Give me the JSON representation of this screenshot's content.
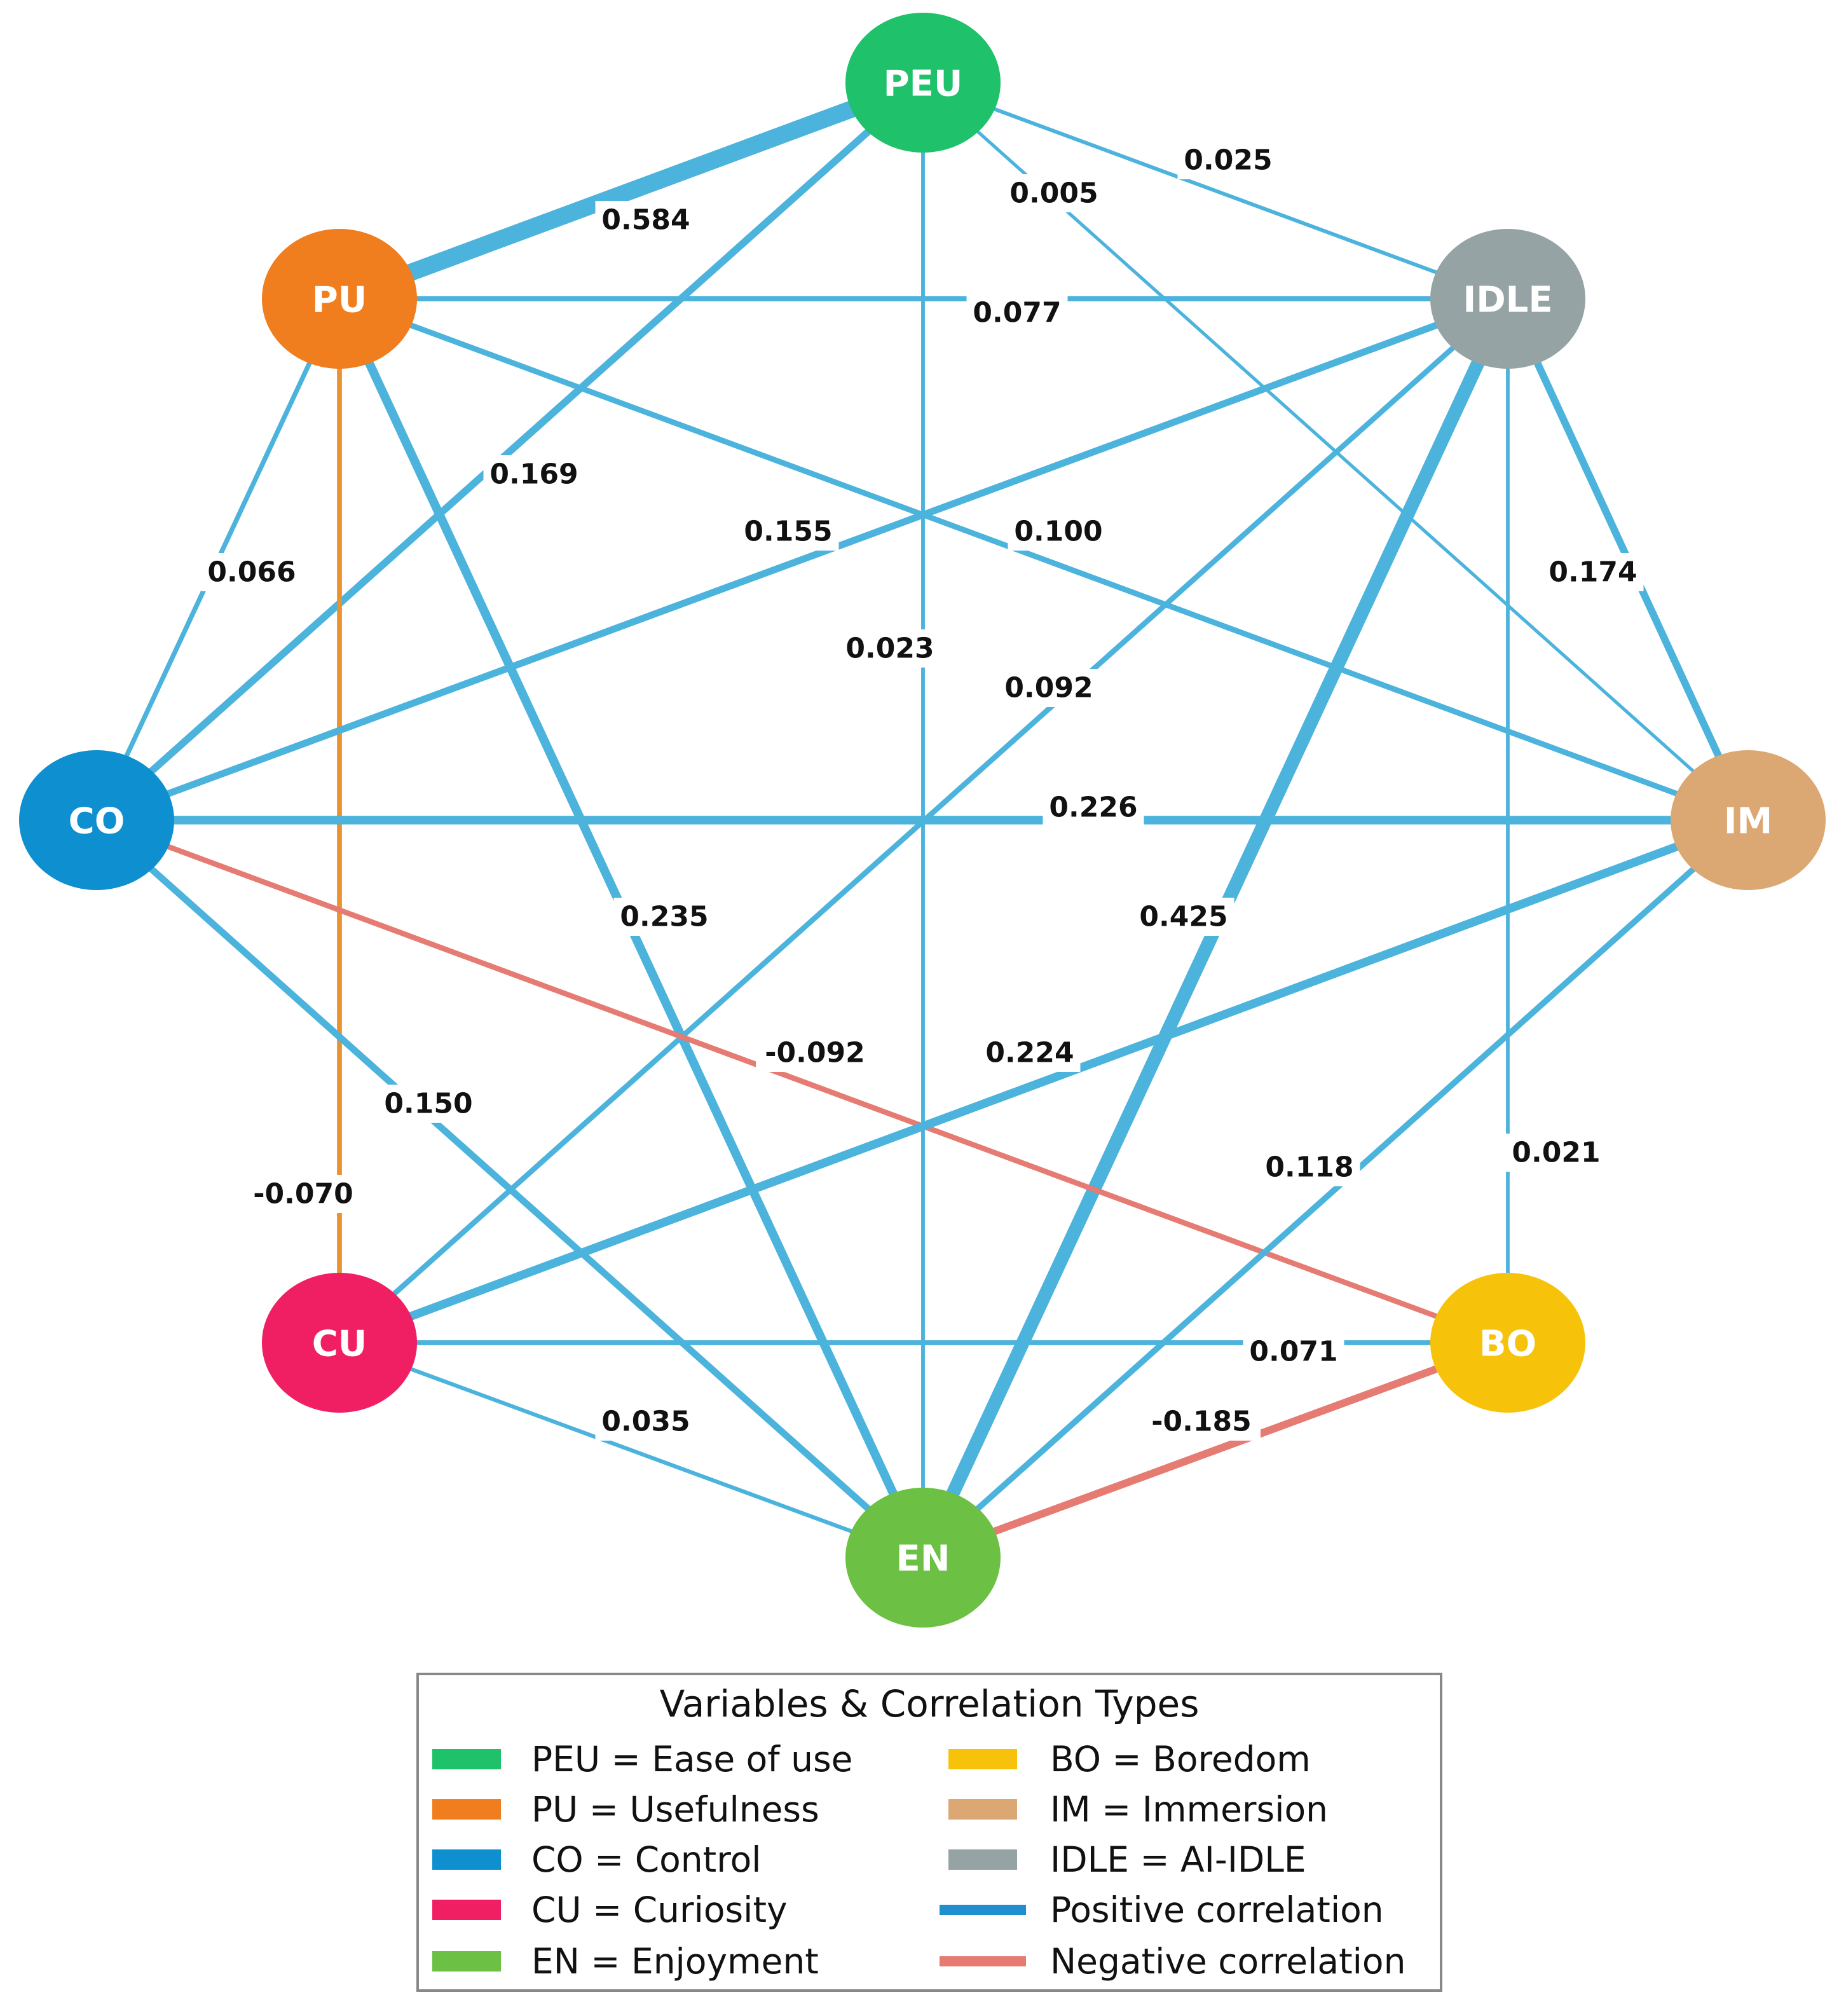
{
  "nodes": [
    {
      "id": "PEU",
      "label": "PEU",
      "color": "#1fc16b"
    },
    {
      "id": "PU",
      "label": "PU",
      "color": "#f07d1e"
    },
    {
      "id": "IDLE",
      "label": "IDLE",
      "color": "#95a3a4"
    },
    {
      "id": "CO",
      "label": "CO",
      "color": "#0d8fd0"
    },
    {
      "id": "IM",
      "label": "IM",
      "color": "#dba773"
    },
    {
      "id": "CU",
      "label": "CU",
      "color": "#f01f63"
    },
    {
      "id": "BO",
      "label": "BO",
      "color": "#f7c30a"
    },
    {
      "id": "EN",
      "label": "EN",
      "color": "#6cc043"
    }
  ],
  "edges": [
    {
      "from": "PEU",
      "to": "PU",
      "value": "0.584",
      "type": "positive",
      "weight": 0.584
    },
    {
      "from": "PEU",
      "to": "IDLE",
      "value": "0.025",
      "type": "positive",
      "weight": 0.025
    },
    {
      "from": "PEU",
      "to": "IM",
      "value": "0.005",
      "type": "positive",
      "weight": 0.005
    },
    {
      "from": "PEU",
      "to": "CO",
      "value": "0.169",
      "type": "positive",
      "weight": 0.169
    },
    {
      "from": "PEU",
      "to": "EN",
      "value": "0.023",
      "type": "positive",
      "weight": 0.023
    },
    {
      "from": "PU",
      "to": "IDLE",
      "value": "0.077",
      "type": "positive",
      "weight": 0.077
    },
    {
      "from": "PU",
      "to": "IM",
      "value": "0.100",
      "type": "positive",
      "weight": 0.1
    },
    {
      "from": "PU",
      "to": "CO",
      "value": "0.066",
      "type": "positive",
      "weight": 0.066
    },
    {
      "from": "PU",
      "to": "CU",
      "value": "-0.070",
      "type": "pu",
      "weight": 0.07
    },
    {
      "from": "PU",
      "to": "EN",
      "value": "0.235",
      "type": "positive",
      "weight": 0.235
    },
    {
      "from": "IDLE",
      "to": "CO",
      "value": "0.155",
      "type": "positive",
      "weight": 0.155
    },
    {
      "from": "IDLE",
      "to": "IM",
      "value": "0.174",
      "type": "positive",
      "weight": 0.174
    },
    {
      "from": "IDLE",
      "to": "CU",
      "value": "0.092",
      "type": "positive",
      "weight": 0.092
    },
    {
      "from": "IDLE",
      "to": "EN",
      "value": "0.425",
      "type": "positive",
      "weight": 0.425
    },
    {
      "from": "IDLE",
      "to": "BO",
      "value": "0.021",
      "type": "positive",
      "weight": 0.021
    },
    {
      "from": "CO",
      "to": "IM",
      "value": "0.226",
      "type": "positive",
      "weight": 0.226
    },
    {
      "from": "CO",
      "to": "BO",
      "value": "-0.092",
      "type": "negative",
      "weight": 0.092
    },
    {
      "from": "CO",
      "to": "EN",
      "value": "0.150",
      "type": "positive",
      "weight": 0.15
    },
    {
      "from": "IM",
      "to": "CU",
      "value": "0.224",
      "type": "positive",
      "weight": 0.224
    },
    {
      "from": "IM",
      "to": "EN",
      "value": "0.118",
      "type": "positive",
      "weight": 0.118
    },
    {
      "from": "CU",
      "to": "BO",
      "value": "0.071",
      "type": "positive",
      "weight": 0.071
    },
    {
      "from": "CU",
      "to": "EN",
      "value": "0.035",
      "type": "positive",
      "weight": 0.035
    },
    {
      "from": "BO",
      "to": "EN",
      "value": "-0.185",
      "type": "negative",
      "weight": 0.185
    }
  ],
  "colors": {
    "positive": "#4bb3dc",
    "negative": "#e57b72",
    "pu": "#e9922f"
  },
  "legend": {
    "title": "Variables & Correlation Types",
    "left": [
      {
        "color": "#1fc16b",
        "text": "PEU = Ease of use"
      },
      {
        "color": "#f07d1e",
        "text": "PU = Usefulness"
      },
      {
        "color": "#0d8fd0",
        "text": "CO = Control"
      },
      {
        "color": "#f01f63",
        "text": "CU = Curiosity"
      },
      {
        "color": "#6cc043",
        "text": "EN = Enjoyment"
      }
    ],
    "right": [
      {
        "color": "#f7c30a",
        "text": "BO = Boredom",
        "kind": "box"
      },
      {
        "color": "#dba773",
        "text": "IM = Immersion",
        "kind": "box"
      },
      {
        "color": "#95a3a4",
        "text": "IDLE =  AI-IDLE",
        "kind": "box"
      },
      {
        "color": "#1f8fd0",
        "text": "Positive correlation",
        "kind": "line"
      },
      {
        "color": "#e57b72",
        "text": "Negative correlation",
        "kind": "line"
      }
    ]
  }
}
